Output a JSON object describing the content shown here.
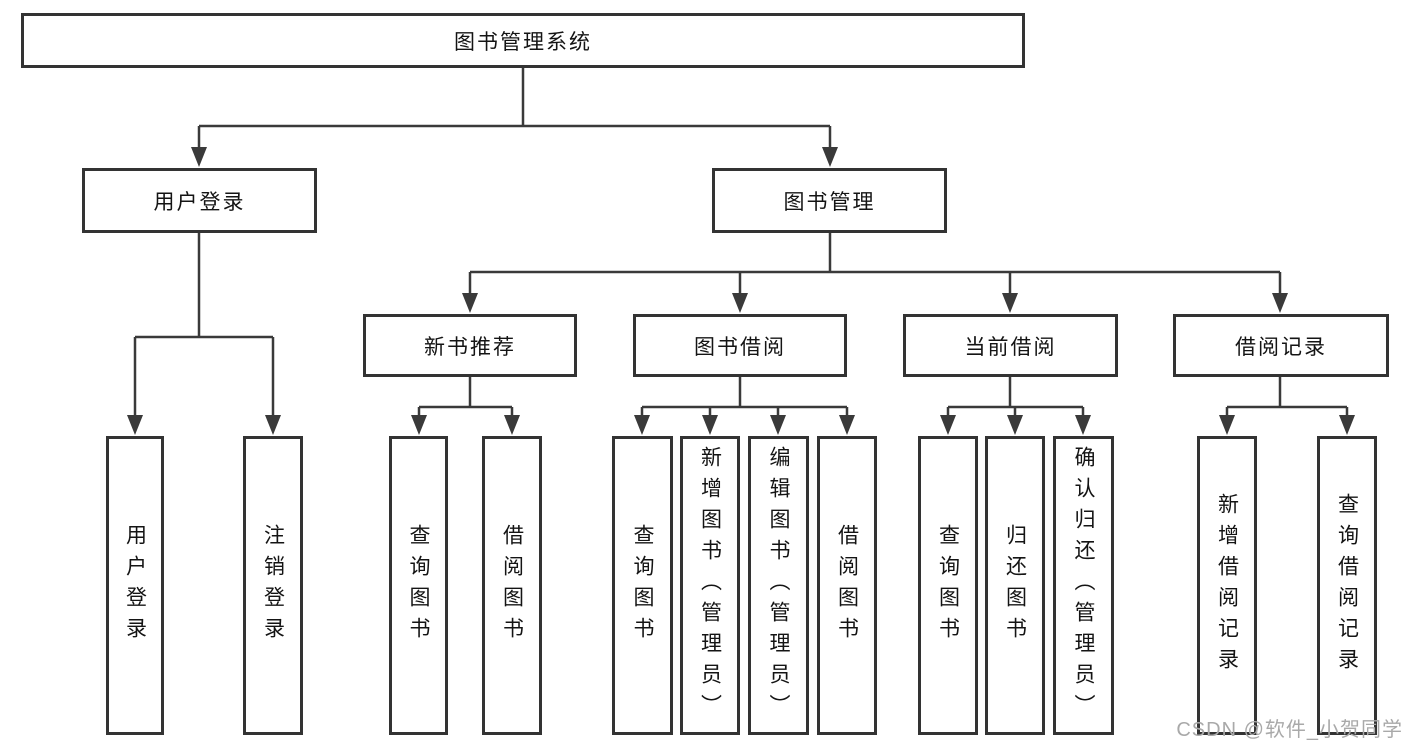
{
  "tree": {
    "root": {
      "label": "图书管理系统"
    },
    "user_branch": {
      "label": "用户登录",
      "leaves": [
        {
          "label": "用户登录"
        },
        {
          "label": "注销登录"
        }
      ]
    },
    "mgmt_branch": {
      "label": "图书管理",
      "groups": [
        {
          "label": "新书推荐",
          "leaves": [
            {
              "label": "查询图书"
            },
            {
              "label": "借阅图书"
            }
          ]
        },
        {
          "label": "图书借阅",
          "leaves": [
            {
              "label": "查询图书"
            },
            {
              "label": "新增图书（管理员）"
            },
            {
              "label": "编辑图书（管理员）"
            },
            {
              "label": "借阅图书"
            }
          ]
        },
        {
          "label": "当前借阅",
          "leaves": [
            {
              "label": "查询图书"
            },
            {
              "label": "归还图书"
            },
            {
              "label": "确认归还（管理员）"
            }
          ]
        },
        {
          "label": "借阅记录",
          "leaves": [
            {
              "label": "新增借阅记录"
            },
            {
              "label": "查询借阅记录"
            }
          ]
        }
      ]
    }
  },
  "watermark": {
    "text": "CSDN @软件_小贺同学"
  },
  "colors": {
    "line": "#3a3a3a",
    "border": "#333333",
    "text": "#141414",
    "watermark": "#a9a9a9"
  }
}
